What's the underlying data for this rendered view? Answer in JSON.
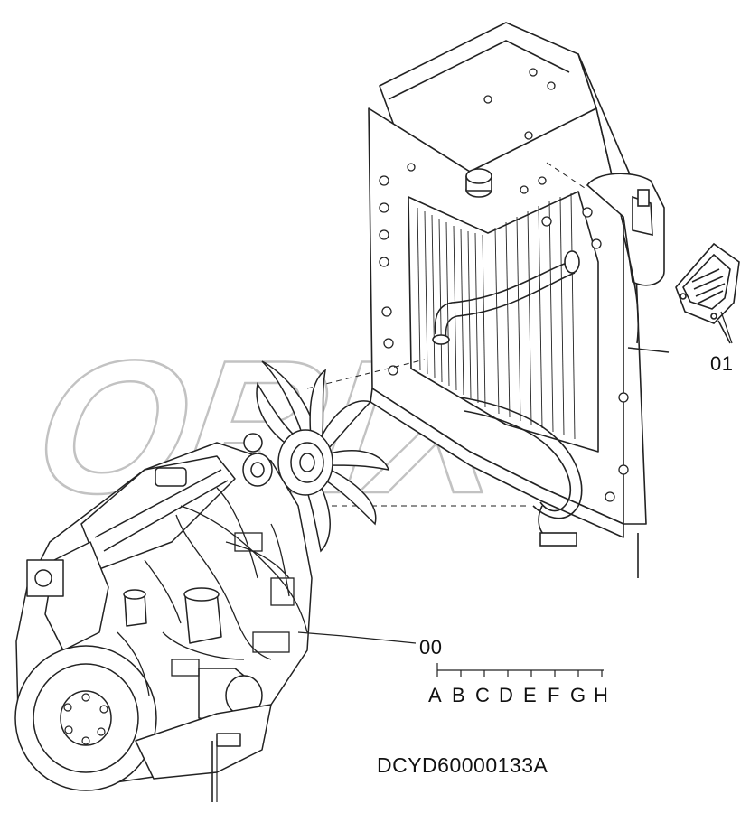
{
  "diagram": {
    "callouts": {
      "cooling_unit": "01",
      "engine_assembly": "00"
    },
    "document_id": "DCYD60000133A",
    "scale_letters": [
      "A",
      "B",
      "C",
      "D",
      "E",
      "F",
      "G",
      "H"
    ],
    "watermark_text": "ORIX",
    "line_color": "#222222"
  }
}
